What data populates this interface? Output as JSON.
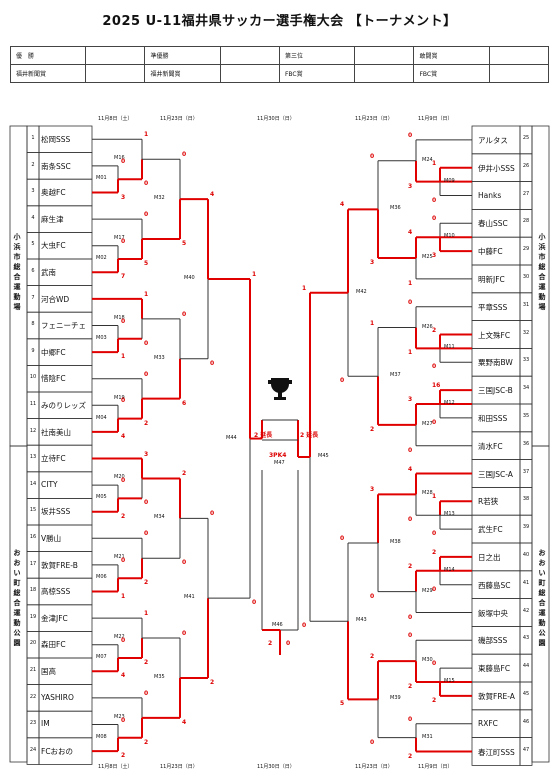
{
  "title": "2025 U-11福井県サッカー選手権大会 【トーナメント】",
  "awards": [
    [
      "優　勝",
      "",
      "準優勝",
      "",
      "第三位",
      "",
      "敢闘賞",
      ""
    ],
    [
      "福井新聞賞",
      "",
      "福井新聞賞",
      "",
      "FBC賞",
      "",
      "FBC賞",
      ""
    ]
  ],
  "dates_top": [
    "11月8日（土）",
    "11月23日（日）",
    "11月30日（日）",
    "11月23日（日）",
    "11月9日（日）"
  ],
  "dates_bottom": [
    "11月8日（土）",
    "11月23日（日）",
    "11月30日（日）",
    "11月23日（日）",
    "11月9日（日）"
  ],
  "venues": {
    "left_top": "小浜市総合運動場",
    "left_bottom": "おおい町総合運動公園",
    "right_top": "小浜市総合運動場",
    "right_bottom": "おおい町総合運動公園"
  },
  "teams_left": [
    {
      "no": "1",
      "name": "松岡SSS"
    },
    {
      "no": "2",
      "name": "南条SSC"
    },
    {
      "no": "3",
      "name": "奥越FC"
    },
    {
      "no": "4",
      "name": "麻生津"
    },
    {
      "no": "5",
      "name": "大虫FC"
    },
    {
      "no": "6",
      "name": "武南"
    },
    {
      "no": "7",
      "name": "河合WD"
    },
    {
      "no": "8",
      "name": "フェニーチェ"
    },
    {
      "no": "9",
      "name": "中郷FC"
    },
    {
      "no": "10",
      "name": "惜陰FC"
    },
    {
      "no": "11",
      "name": "みのりレッズ"
    },
    {
      "no": "12",
      "name": "社南美山"
    },
    {
      "no": "13",
      "name": "立待FC"
    },
    {
      "no": "14",
      "name": "CITY"
    },
    {
      "no": "15",
      "name": "坂井SSS"
    },
    {
      "no": "16",
      "name": "V勝山"
    },
    {
      "no": "17",
      "name": "敦賀FRE-B"
    },
    {
      "no": "18",
      "name": "高椋SSS"
    },
    {
      "no": "19",
      "name": "金津JFC"
    },
    {
      "no": "20",
      "name": "森田FC"
    },
    {
      "no": "21",
      "name": "国高"
    },
    {
      "no": "22",
      "name": "YASHIRO"
    },
    {
      "no": "23",
      "name": "IM"
    },
    {
      "no": "24",
      "name": "FCおおの"
    }
  ],
  "teams_right": [
    {
      "no": "25",
      "name": "アルタス"
    },
    {
      "no": "26",
      "name": "伊井小SSS"
    },
    {
      "no": "27",
      "name": "Hanks"
    },
    {
      "no": "28",
      "name": "春山SSC"
    },
    {
      "no": "29",
      "name": "中藤FC"
    },
    {
      "no": "30",
      "name": "明新JFC"
    },
    {
      "no": "31",
      "name": "平章SSS"
    },
    {
      "no": "32",
      "name": "上文殊FC"
    },
    {
      "no": "33",
      "name": "粟野南BW"
    },
    {
      "no": "34",
      "name": "三国JSC-B"
    },
    {
      "no": "35",
      "name": "和田SSS"
    },
    {
      "no": "36",
      "name": "清水FC"
    },
    {
      "no": "37",
      "name": "三国JSC-A"
    },
    {
      "no": "38",
      "name": "R若狭"
    },
    {
      "no": "39",
      "name": "武生FC"
    },
    {
      "no": "40",
      "name": "日之出"
    },
    {
      "no": "41",
      "name": "西藤島SC"
    },
    {
      "no": "42",
      "name": "飯塚中央"
    },
    {
      "no": "43",
      "name": "磯部SSS"
    },
    {
      "no": "44",
      "name": "東藤島FC"
    },
    {
      "no": "45",
      "name": "敦賀FRE-A"
    },
    {
      "no": "46",
      "name": "RXFC"
    },
    {
      "no": "47",
      "name": "春江町SSS"
    }
  ],
  "matches": {
    "M01": "M01",
    "M02": "M02",
    "M03": "M03",
    "M04": "M04",
    "M05": "M05",
    "M06": "M06",
    "M07": "M07",
    "M08": "M08",
    "M09": "M09",
    "M10": "M10",
    "M11": "M11",
    "M12": "M12",
    "M13": "M13",
    "M14": "M14",
    "M15": "M15",
    "M16": "M16",
    "M17": "M17",
    "M18": "M18",
    "M19": "M19",
    "M20": "M20",
    "M21": "M21",
    "M22": "M22",
    "M23": "M23",
    "M24": "M24",
    "M25": "M25",
    "M26": "M26",
    "M27": "M27",
    "M28": "M28",
    "M29": "M29",
    "M30": "M30",
    "M31": "M31",
    "M32": "M32",
    "M33": "M33",
    "M34": "M34",
    "M35": "M35",
    "M36": "M36",
    "M37": "M37",
    "M38": "M38",
    "M39": "M39",
    "M40": "M40",
    "M41": "M41",
    "M42": "M42",
    "M43": "M43",
    "M44": "M44",
    "M45": "M45",
    "M46": "M46",
    "M47": "M47"
  },
  "final_note": {
    "left": "2 延長",
    "right": "2 延長",
    "pk": "3PK4"
  },
  "pk_label": "PK",
  "colors": {
    "win": "#e00000",
    "line": "#333333"
  }
}
